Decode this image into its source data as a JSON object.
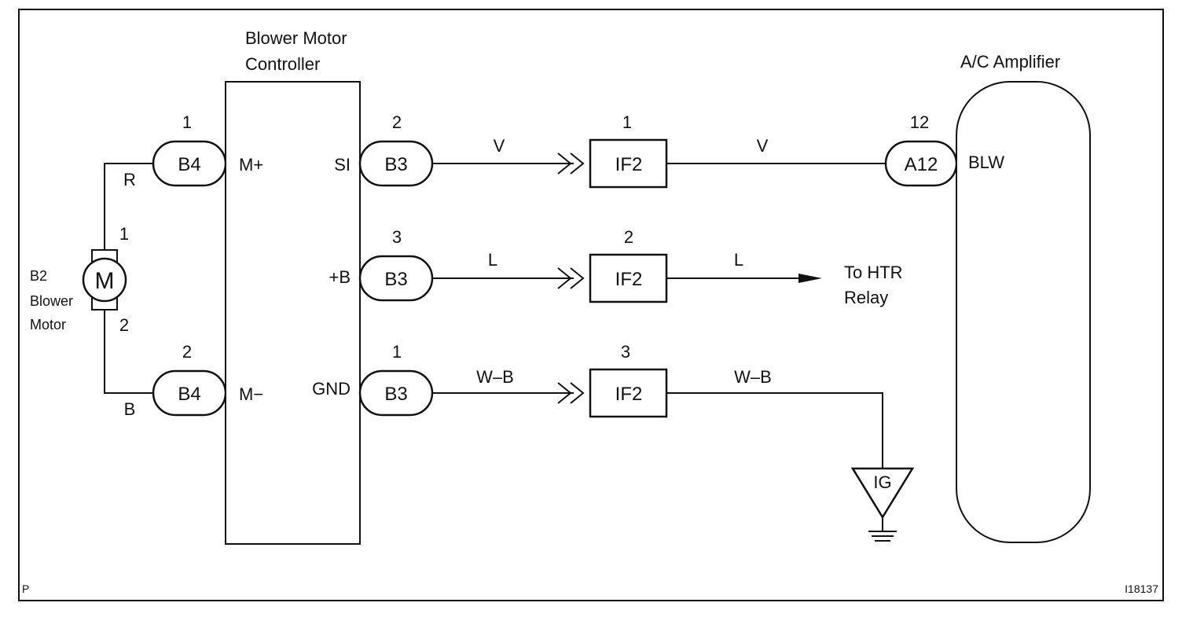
{
  "corner_labels": {
    "bottom_left": "P",
    "bottom_right": "I18137"
  },
  "blower_motor_controller": {
    "title_line1": "Blower Motor",
    "title_line2": "Controller",
    "terminals": {
      "m_plus": "M+",
      "m_minus": "M−",
      "si": "SI",
      "plus_b": "+B",
      "gnd": "GND"
    }
  },
  "blower_motor": {
    "symbol": "M",
    "label_line1": "B2",
    "label_line2": "Blower",
    "label_line3": "Motor",
    "pin_top": "1",
    "pin_bottom": "2"
  },
  "wire_colors_left": {
    "top": "R",
    "bottom": "B"
  },
  "connectors": {
    "b4_top": {
      "id": "B4",
      "pin": "1"
    },
    "b4_bottom": {
      "id": "B4",
      "pin": "2"
    },
    "b3_si": {
      "id": "B3",
      "pin": "2"
    },
    "b3_plus_b": {
      "id": "B3",
      "pin": "3"
    },
    "b3_gnd": {
      "id": "B3",
      "pin": "1"
    },
    "a12": {
      "id": "A12",
      "pin": "12"
    }
  },
  "junctions": {
    "if2_top": {
      "id": "IF2",
      "pin": "1"
    },
    "if2_middle": {
      "id": "IF2",
      "pin": "2"
    },
    "if2_bottom": {
      "id": "IF2",
      "pin": "3"
    }
  },
  "wire_colors": {
    "row1_left": "V",
    "row1_right": "V",
    "row2_left": "L",
    "row2_right": "L",
    "row3_left": "W–B",
    "row3_right": "W–B"
  },
  "to_htr_relay": {
    "line1": "To HTR",
    "line2": "Relay"
  },
  "ground_symbol": "IG",
  "ac_amplifier": {
    "title": "A/C Amplifier",
    "terminal": "BLW"
  }
}
